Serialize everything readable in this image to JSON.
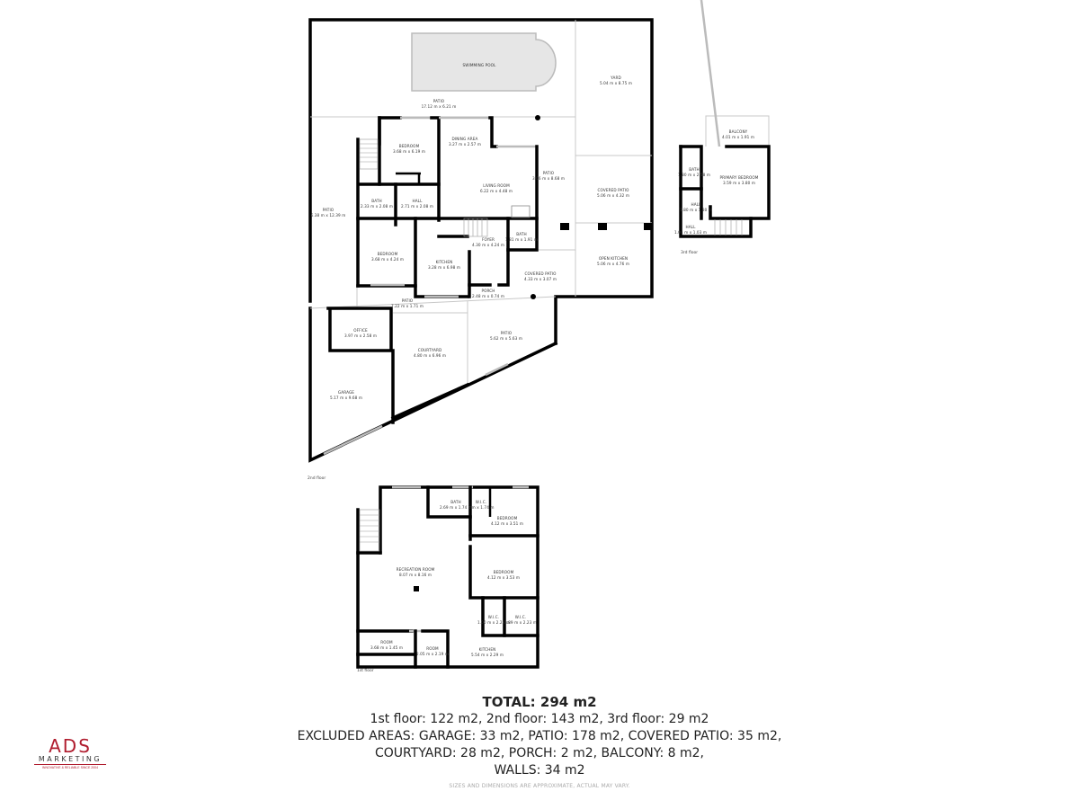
{
  "floor2": {
    "label": "2nd floor",
    "rooms": {
      "pool": {
        "name": "SWIMMING POOL"
      },
      "patio_top": {
        "name": "PATIO",
        "dim": "17.12 m x 6.21 m"
      },
      "yard": {
        "name": "YARD",
        "dim": "5.04 m x 8.75 m"
      },
      "bedroom1": {
        "name": "BEDROOM",
        "dim": "3.68 m x 6.19 m"
      },
      "dining": {
        "name": "DINING AREA",
        "dim": "3.27 m x 2.57 m"
      },
      "living": {
        "name": "LIVING ROOM",
        "dim": "6.22 m x 4.48 m"
      },
      "patio_mid": {
        "name": "PATIO",
        "dim": "3.06 m x 8.68 m"
      },
      "covered_patio1": {
        "name": "COVERED PATIO",
        "dim": "5.06 m x 4.32 m"
      },
      "patio_left": {
        "name": "PATIO",
        "dim": "6.38 m x 12.39 m"
      },
      "bath1": {
        "name": "BATH",
        "dim": "2.33 m x 2.08 m"
      },
      "hall1": {
        "name": "HALL",
        "dim": "2.71 m x 2.08 m"
      },
      "bedroom2": {
        "name": "BEDROOM",
        "dim": "3.68 m x 4.24 m"
      },
      "kitchen": {
        "name": "KITCHEN",
        "dim": "3.28 m x 6.98 m"
      },
      "foyer": {
        "name": "FOYER",
        "dim": "4.30 m x 4.24 m"
      },
      "bath2": {
        "name": "BATH",
        "dim": "1.81 m x 1.91 m"
      },
      "open_kitchen": {
        "name": "OPEN KITCHEN",
        "dim": "5.06 m x 4.76 m"
      },
      "covered_patio2": {
        "name": "COVERED PATIO",
        "dim": "4.33 m x 3.07 m"
      },
      "porch": {
        "name": "PORCH",
        "dim": "2.48 m x 0.74 m"
      },
      "patio_strip": {
        "name": "PATIO",
        "dim": "7.22 m x 1.71 m"
      },
      "office": {
        "name": "OFFICE",
        "dim": "3.97 m x 2.58 m"
      },
      "courtyard": {
        "name": "COURTYARD",
        "dim": "4.80 m x 6.96 m"
      },
      "patio_tri": {
        "name": "PATIO",
        "dim": "5.62 m x 5.63 m"
      },
      "garage": {
        "name": "GARAGE",
        "dim": "5.17 m x 9.68 m"
      }
    }
  },
  "floor3": {
    "label": "3rd floor",
    "rooms": {
      "balcony": {
        "name": "BALCONY",
        "dim": "4.01 m x 1.91 m"
      },
      "bath": {
        "name": "BATH",
        "dim": "1.80 m x 2.58 m"
      },
      "primary": {
        "name": "PRIMARY BEDROOM",
        "dim": "3.59 m x 3.80 m"
      },
      "hall1": {
        "name": "HALL",
        "dim": "1.80 m x 1.80 m"
      },
      "hall2": {
        "name": "HALL",
        "dim": "1.04 m x 1.03 m"
      }
    }
  },
  "floor1": {
    "label": "1st floor",
    "rooms": {
      "bath": {
        "name": "BATH",
        "dim": "2.69 m x 1.74 m"
      },
      "wic1": {
        "name": "W.I.C.",
        "dim": "1 m x 1.74 m"
      },
      "bedroom1": {
        "name": "BEDROOM",
        "dim": "4.12 m x 3.51 m"
      },
      "bedroom2": {
        "name": "BEDROOM",
        "dim": "4.12 m x 3.53 m"
      },
      "recreation": {
        "name": "RECREATION ROOM",
        "dim": "8.07 m x 8.16 m"
      },
      "wic2": {
        "name": "W.I.C.",
        "dim": "1.00 m x 2.23 m"
      },
      "wic3": {
        "name": "W.I.C.",
        "dim": "1.89 m x 2.23 m"
      },
      "room1": {
        "name": "ROOM",
        "dim": "3.68 m x 1.45 m"
      },
      "room2": {
        "name": "ROOM",
        "dim": "2.05 m x 2.19 m"
      },
      "kitchen": {
        "name": "KITCHEN",
        "dim": "5.54 m x 2.29 m"
      }
    }
  },
  "summary": {
    "total": "TOTAL: 294 m2",
    "floors": "1st floor: 122 m2, 2nd floor: 143 m2, 3rd floor: 29 m2",
    "excluded_1": "EXCLUDED AREAS: GARAGE: 33 m2, PATIO: 178 m2, COVERED PATIO: 35 m2,",
    "excluded_2": "COURTYARD: 28 m2, PORCH: 2 m2, BALCONY: 8 m2,",
    "excluded_3": "WALLS: 34 m2"
  },
  "disclaimer": "SIZES AND DIMENSIONS ARE APPROXIMATE, ACTUAL MAY VARY.",
  "logo": {
    "brand": "ADS",
    "sub": "MARKETING",
    "tagline": "INNOVATIVE & RELIABLE SINCE 2004",
    "color": "#b01c2e"
  }
}
